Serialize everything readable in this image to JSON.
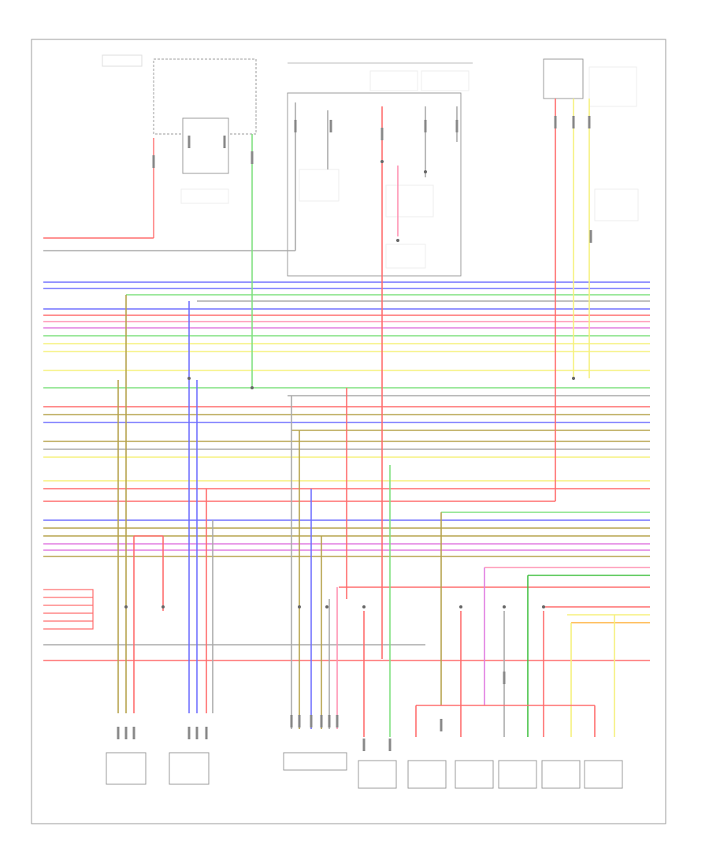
{
  "colors": {
    "red": "#ff6a6a",
    "pink": "#ff8fb0",
    "blue": "#6e6eff",
    "green": "#7fe07f",
    "yellow": "#f5f07a",
    "olive": "#b5a24a",
    "gray": "#a8a8a8",
    "violet": "#e07ae0",
    "orange": "#ffb03a",
    "darkgreen": "#3fbf3f",
    "frame": "#999999"
  },
  "wires": [
    {
      "id": "w1",
      "color": "blue"
    },
    {
      "id": "w2",
      "color": "blue"
    },
    {
      "id": "w3",
      "color": "green"
    },
    {
      "id": "w4",
      "color": "gray"
    },
    {
      "id": "w5",
      "color": "blue"
    },
    {
      "id": "w6",
      "color": "red"
    },
    {
      "id": "w7",
      "color": "pink"
    },
    {
      "id": "w8",
      "color": "violet"
    },
    {
      "id": "w9",
      "color": "green"
    },
    {
      "id": "w10",
      "color": "yellow"
    },
    {
      "id": "w11",
      "color": "yellow"
    },
    {
      "id": "w12",
      "color": "yellow"
    },
    {
      "id": "w13",
      "color": "green"
    },
    {
      "id": "w14",
      "color": "gray"
    },
    {
      "id": "w15",
      "color": "red"
    },
    {
      "id": "w16",
      "color": "olive"
    },
    {
      "id": "w17",
      "color": "blue"
    },
    {
      "id": "w18",
      "color": "olive"
    },
    {
      "id": "w19",
      "color": "gray"
    },
    {
      "id": "w20",
      "color": "yellow"
    },
    {
      "id": "w21",
      "color": "red"
    },
    {
      "id": "w22",
      "color": "red"
    },
    {
      "id": "w23",
      "color": "blue"
    },
    {
      "id": "w24",
      "color": "green"
    },
    {
      "id": "w25",
      "color": "olive"
    },
    {
      "id": "w26",
      "color": "violet"
    },
    {
      "id": "w27",
      "color": "olive"
    }
  ]
}
